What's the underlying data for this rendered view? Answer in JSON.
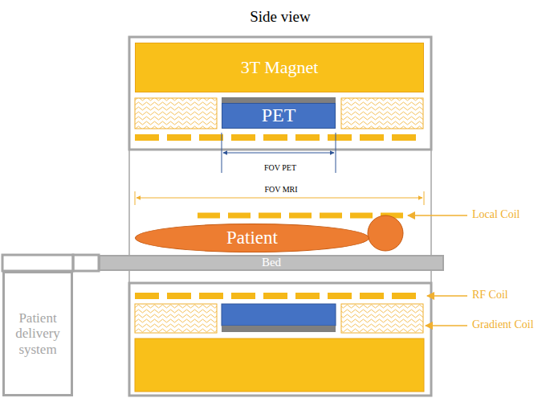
{
  "diagram": {
    "title": "Side view",
    "nodes": [
      {
        "text": [
          "3T Magnet"
        ]
      },
      {
        "text": [
          "PET"
        ]
      },
      {
        "text": [
          "Patient"
        ]
      },
      {
        "text": [
          "Bed"
        ]
      },
      {
        "text": [
          "Patient delivery system"
        ]
      }
    ],
    "labels": [
      "FOV PET",
      "FOV MRI",
      "Local Coil",
      "RF Coil",
      "Gradient Coil"
    ]
  }
}
